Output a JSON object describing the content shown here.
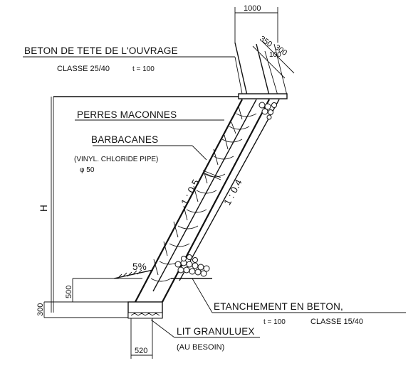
{
  "labels": {
    "width_top": "1000",
    "dim_350": "350",
    "dim_300": "300",
    "dim_100": "100",
    "beton_tete": "BETON DE TETE DE L'OUVRAGE",
    "classe_25_40": "CLASSE 25/40",
    "t_100_a": "t = 100",
    "perres": "PERRES MACONNES",
    "barbacanes": "BARBACANES",
    "vinyl": "(VINYL. CHLORIDE PIPE)",
    "phi50": "φ 50",
    "slope_15": "1 : 0.5",
    "slope_104": "1 : 0.4",
    "h": "H",
    "pct5": "5%",
    "dim_500": "500",
    "dim_300b": "300",
    "etanchement": "ETANCHEMENT EN BETON,",
    "t_100_b": "t = 100",
    "classe_15_40": "CLASSE 15/40",
    "lit": "LIT GRANULUEX",
    "au_besoin": "(AU BESOIN)",
    "dim_520": "520"
  }
}
